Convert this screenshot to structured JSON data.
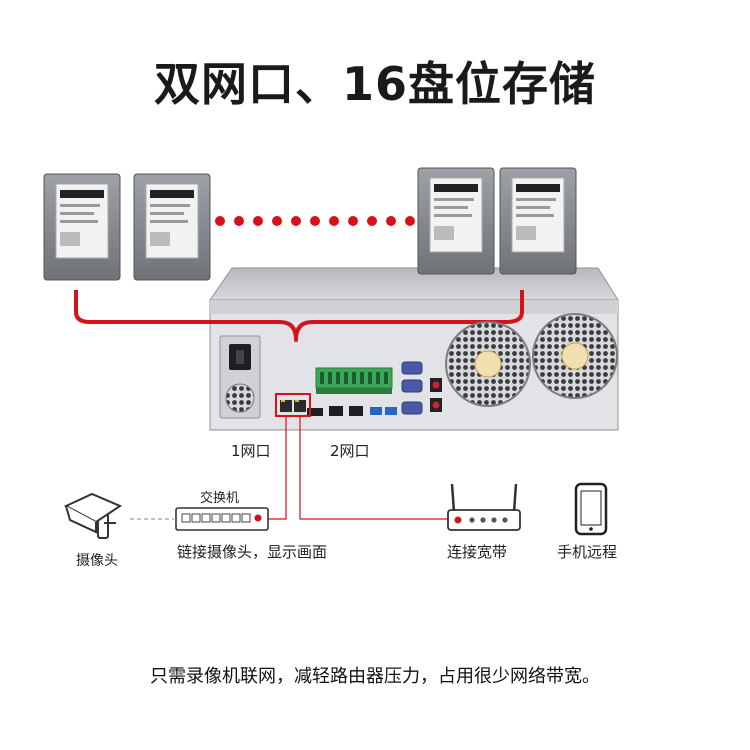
{
  "title": "双网口、16盘位存储",
  "ports": {
    "port1_label": "1网口",
    "port2_label": "2网口"
  },
  "network": {
    "switch_label": "交换机",
    "switch_desc": "链接摄像头，显示画面",
    "camera_label": "摄像头",
    "router_label": "连接宽带",
    "phone_label": "手机远程"
  },
  "footer": "只需录像机联网，减轻路由器压力，占用很少网络带宽。",
  "colors": {
    "accent": "#d7111b",
    "chassis": "#c9cbcf",
    "panel": "#e6e7ea"
  },
  "icons": [
    "hard-drive-icon",
    "camera-icon",
    "switch-icon",
    "router-icon",
    "phone-icon",
    "fan-icon"
  ]
}
